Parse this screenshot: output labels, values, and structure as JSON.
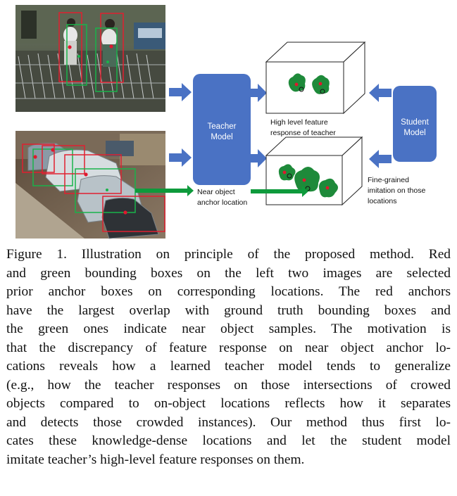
{
  "figure": {
    "teacher_label": [
      "Teacher",
      "Model"
    ],
    "student_label": [
      "Student",
      "Model"
    ],
    "high_level_label": [
      "High level feature",
      "response of teacher"
    ],
    "near_object_label": [
      "Near object",
      "anchor location"
    ],
    "fine_grained_label": [
      "Fine-grained",
      "imitation on those",
      "locations"
    ],
    "colors": {
      "model_box": "#4a72c4",
      "arrow": "#4a72c4",
      "green_arrow": "#0e9a3c",
      "blob": "#1e8a3a",
      "red_dot": "#e0182e",
      "red_box": "#e02030",
      "green_box": "#19b34a"
    }
  },
  "caption": {
    "lines": [
      "Figure 1. Illustration on principle of the proposed method. Red",
      "and green bounding boxes on the left two images are selected",
      "prior anchor boxes on corresponding locations. The red anchors",
      "have the largest overlap with ground truth bounding boxes and",
      "the green ones indicate near object samples. The motivation is",
      "that the discrepancy of feature response on near object anchor lo-",
      "cations reveals how a learned teacher model tends to generalize",
      "(e.g., how the teacher responses on those intersections of crowed",
      "objects compared to on-object locations reflects how it separates",
      "and detects those crowded instances). Our method thus first lo-",
      "cates these knowledge-dense locations and let the student model",
      "imitate teacher’s high-level feature responses on them."
    ]
  }
}
